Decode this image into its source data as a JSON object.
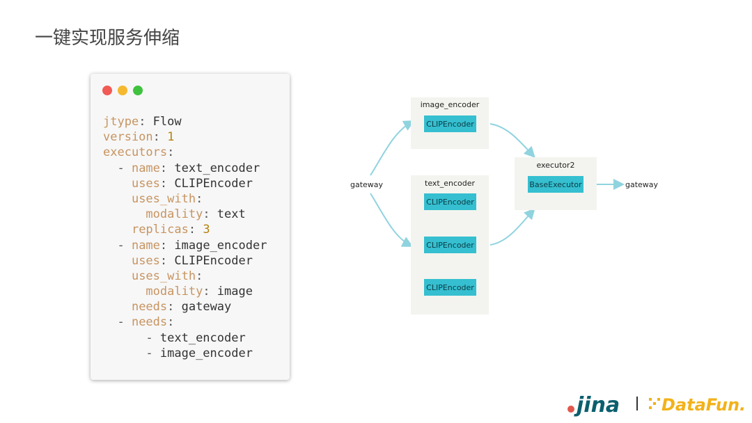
{
  "page": {
    "title": "一键实现服务伸缩"
  },
  "code": {
    "lines": [
      [
        {
          "t": "jtype",
          "c": "k"
        },
        {
          "t": ": ",
          "c": "p"
        },
        {
          "t": "Flow",
          "c": "v"
        }
      ],
      [
        {
          "t": "version",
          "c": "k"
        },
        {
          "t": ": ",
          "c": "p"
        },
        {
          "t": "1",
          "c": "n"
        }
      ],
      [
        {
          "t": "executors",
          "c": "k"
        },
        {
          "t": ":",
          "c": "p"
        }
      ],
      [
        {
          "t": "  - ",
          "c": "p"
        },
        {
          "t": "name",
          "c": "k"
        },
        {
          "t": ": ",
          "c": "p"
        },
        {
          "t": "text_encoder",
          "c": "v"
        }
      ],
      [
        {
          "t": "    ",
          "c": "p"
        },
        {
          "t": "uses",
          "c": "k"
        },
        {
          "t": ": ",
          "c": "p"
        },
        {
          "t": "CLIPEncoder",
          "c": "v"
        }
      ],
      [
        {
          "t": "    ",
          "c": "p"
        },
        {
          "t": "uses_with",
          "c": "k"
        },
        {
          "t": ":",
          "c": "p"
        }
      ],
      [
        {
          "t": "      ",
          "c": "p"
        },
        {
          "t": "modality",
          "c": "k"
        },
        {
          "t": ": ",
          "c": "p"
        },
        {
          "t": "text",
          "c": "v"
        }
      ],
      [
        {
          "t": "    ",
          "c": "p"
        },
        {
          "t": "replicas",
          "c": "k"
        },
        {
          "t": ": ",
          "c": "p"
        },
        {
          "t": "3",
          "c": "n"
        }
      ],
      [
        {
          "t": "  - ",
          "c": "p"
        },
        {
          "t": "name",
          "c": "k"
        },
        {
          "t": ": ",
          "c": "p"
        },
        {
          "t": "image_encoder",
          "c": "v"
        }
      ],
      [
        {
          "t": "    ",
          "c": "p"
        },
        {
          "t": "uses",
          "c": "k"
        },
        {
          "t": ": ",
          "c": "p"
        },
        {
          "t": "CLIPEncoder",
          "c": "v"
        }
      ],
      [
        {
          "t": "    ",
          "c": "p"
        },
        {
          "t": "uses_with",
          "c": "k"
        },
        {
          "t": ":",
          "c": "p"
        }
      ],
      [
        {
          "t": "      ",
          "c": "p"
        },
        {
          "t": "modality",
          "c": "k"
        },
        {
          "t": ": ",
          "c": "p"
        },
        {
          "t": "image",
          "c": "v"
        }
      ],
      [
        {
          "t": "    ",
          "c": "p"
        },
        {
          "t": "needs",
          "c": "k"
        },
        {
          "t": ": ",
          "c": "p"
        },
        {
          "t": "gateway",
          "c": "v"
        }
      ],
      [
        {
          "t": "  - ",
          "c": "p"
        },
        {
          "t": "needs",
          "c": "k"
        },
        {
          "t": ":",
          "c": "p"
        }
      ],
      [
        {
          "t": "      - ",
          "c": "p"
        },
        {
          "t": "text_encoder",
          "c": "v"
        }
      ],
      [
        {
          "t": "      - ",
          "c": "p"
        },
        {
          "t": "image_encoder",
          "c": "v"
        }
      ]
    ]
  },
  "diagram": {
    "gateway_in": "gateway",
    "gateway_out": "gateway",
    "image_encoder": {
      "label": "image_encoder",
      "executor": "CLIPEncoder"
    },
    "text_encoder": {
      "label": "text_encoder",
      "replicas": [
        "CLIPEncoder",
        "CLIPEncoder",
        "CLIPEncoder"
      ]
    },
    "executor2": {
      "label": "executor2",
      "executor": "BaseExecutor"
    }
  },
  "logos": {
    "left": "jina",
    "right": "DataFun."
  },
  "colors": {
    "encoder": "#35bfd0",
    "arrow": "#8fd3df",
    "key": "#c79461",
    "number": "#b3820e"
  }
}
